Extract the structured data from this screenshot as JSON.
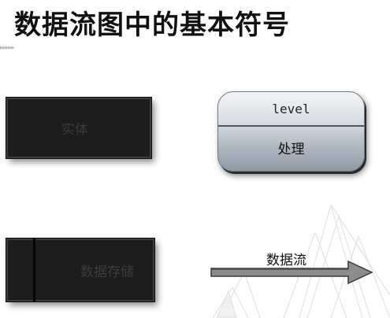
{
  "title": "数据流图中的基本符号",
  "decor": {
    "arrows": "▸▸▸▸▸"
  },
  "symbols": {
    "entity": {
      "label": "实体"
    },
    "process": {
      "top_label": "level",
      "bottom_label": "处理"
    },
    "data_store": {
      "label": "数据存储"
    },
    "data_flow": {
      "label": "数据流"
    }
  },
  "colors": {
    "block_fill": "#1c1c1c",
    "block_text": "#3a3a3a",
    "process_top": "#f3f4f6",
    "process_bottom": "#8f9aa5",
    "arrow_fill": "#8c8c8c"
  }
}
